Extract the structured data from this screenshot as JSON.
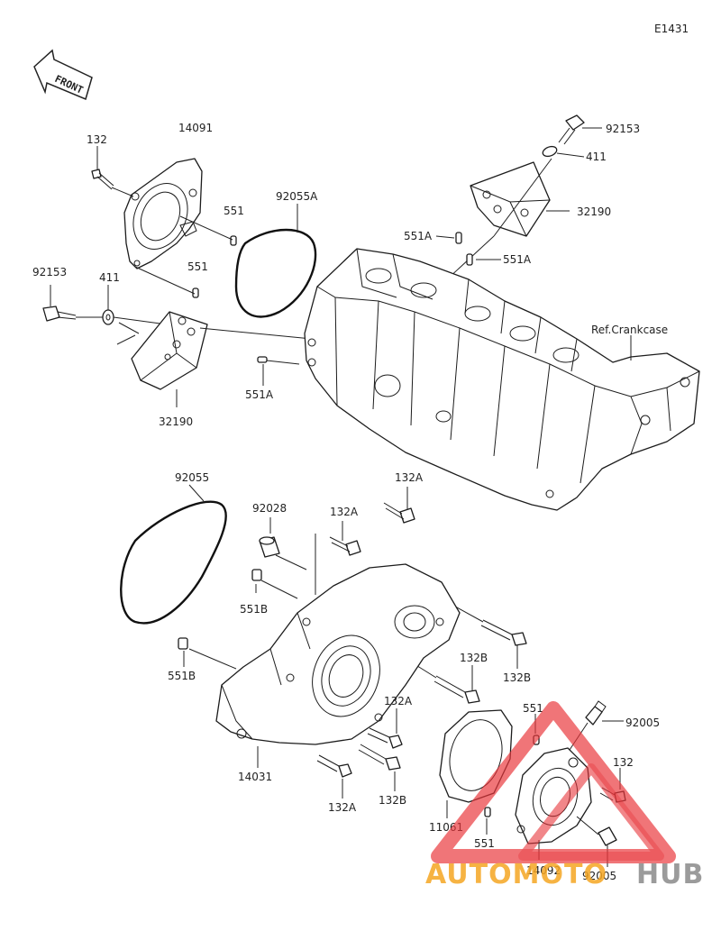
{
  "diagram_code": "E1431",
  "front_label": "FRONT",
  "ref_crankcase": "Ref.Crankcase",
  "callouts": [
    {
      "id": "c1",
      "text": "132"
    },
    {
      "id": "c2",
      "text": "14091"
    },
    {
      "id": "c3",
      "text": "92055A"
    },
    {
      "id": "c4",
      "text": "551"
    },
    {
      "id": "c5",
      "text": "551"
    },
    {
      "id": "c6",
      "text": "92153"
    },
    {
      "id": "c7",
      "text": "411"
    },
    {
      "id": "c8",
      "text": "32190"
    },
    {
      "id": "c9",
      "text": "92153"
    },
    {
      "id": "c10",
      "text": "411"
    },
    {
      "id": "c11",
      "text": "32190"
    },
    {
      "id": "c12",
      "text": "551A"
    },
    {
      "id": "c13",
      "text": "551A"
    },
    {
      "id": "c14",
      "text": "551A"
    },
    {
      "id": "c15",
      "text": "92055"
    },
    {
      "id": "c16",
      "text": "92028"
    },
    {
      "id": "c17",
      "text": "132A"
    },
    {
      "id": "c18",
      "text": "132A"
    },
    {
      "id": "c19",
      "text": "551B"
    },
    {
      "id": "c20",
      "text": "551B"
    },
    {
      "id": "c21",
      "text": "132B"
    },
    {
      "id": "c22",
      "text": "132B"
    },
    {
      "id": "c23",
      "text": "132A"
    },
    {
      "id": "c24",
      "text": "14031"
    },
    {
      "id": "c25",
      "text": "132A"
    },
    {
      "id": "c26",
      "text": "132B"
    },
    {
      "id": "c27",
      "text": "551"
    },
    {
      "id": "c28",
      "text": "92005"
    },
    {
      "id": "c29",
      "text": "132"
    },
    {
      "id": "c30",
      "text": "11061"
    },
    {
      "id": "c31",
      "text": "551"
    },
    {
      "id": "c32",
      "text": "14092"
    },
    {
      "id": "c33",
      "text": "92005"
    }
  ],
  "watermark": {
    "word_left": "AUTOMOTO",
    "word_right": "HUB",
    "color_accent": "#e8343a",
    "color_orange": "#f5a623",
    "color_gray": "#8a8a8a"
  }
}
